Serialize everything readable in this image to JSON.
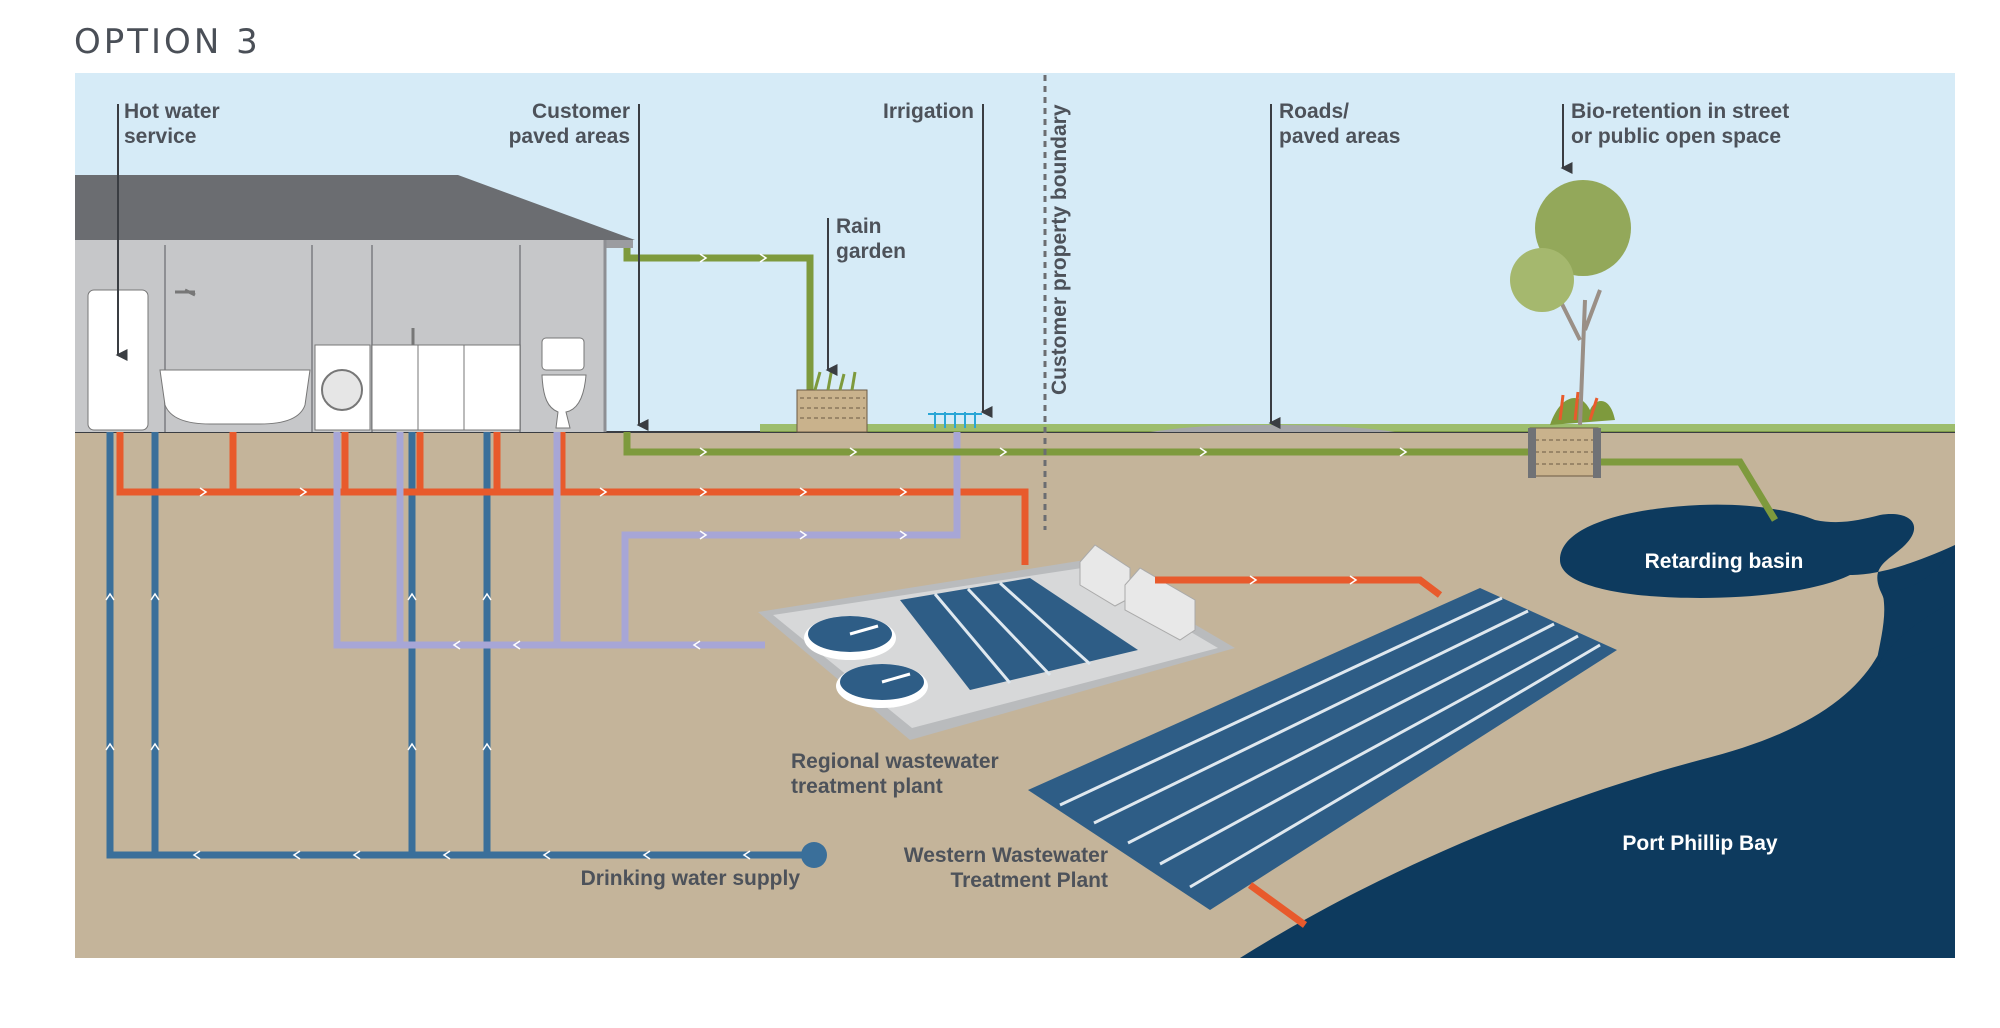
{
  "title": "OPTION 3",
  "labels": {
    "hot_water": [
      "Hot water",
      "service"
    ],
    "customer_paved": [
      "Customer",
      "paved areas"
    ],
    "irrigation": "Irrigation",
    "rain_garden": [
      "Rain",
      "garden"
    ],
    "boundary": "Customer property boundary",
    "roads": [
      "Roads/",
      "paved areas"
    ],
    "bioretention": [
      "Bio-retention in street",
      "or public open space"
    ],
    "retarding_basin": "Retarding basin",
    "regional_plant": [
      "Regional wastewater",
      "treatment plant"
    ],
    "western_plant": [
      "Western Wastewater",
      "Treatment Plant"
    ],
    "drinking_water": "Drinking water supply",
    "port_phillip": "Port Phillip Bay"
  },
  "colors": {
    "sky": "#d6ebf7",
    "ground": "#c4b49a",
    "water_dark": "#0d3a5e",
    "drinking_pipe": "#3a6f9a",
    "hot_pipe": "#e85a2c",
    "recycled_pipe": "#a7a6d6",
    "storm_pipe": "#7e9a3d",
    "house": "#c6c7c9",
    "roof": "#6b6d71"
  }
}
